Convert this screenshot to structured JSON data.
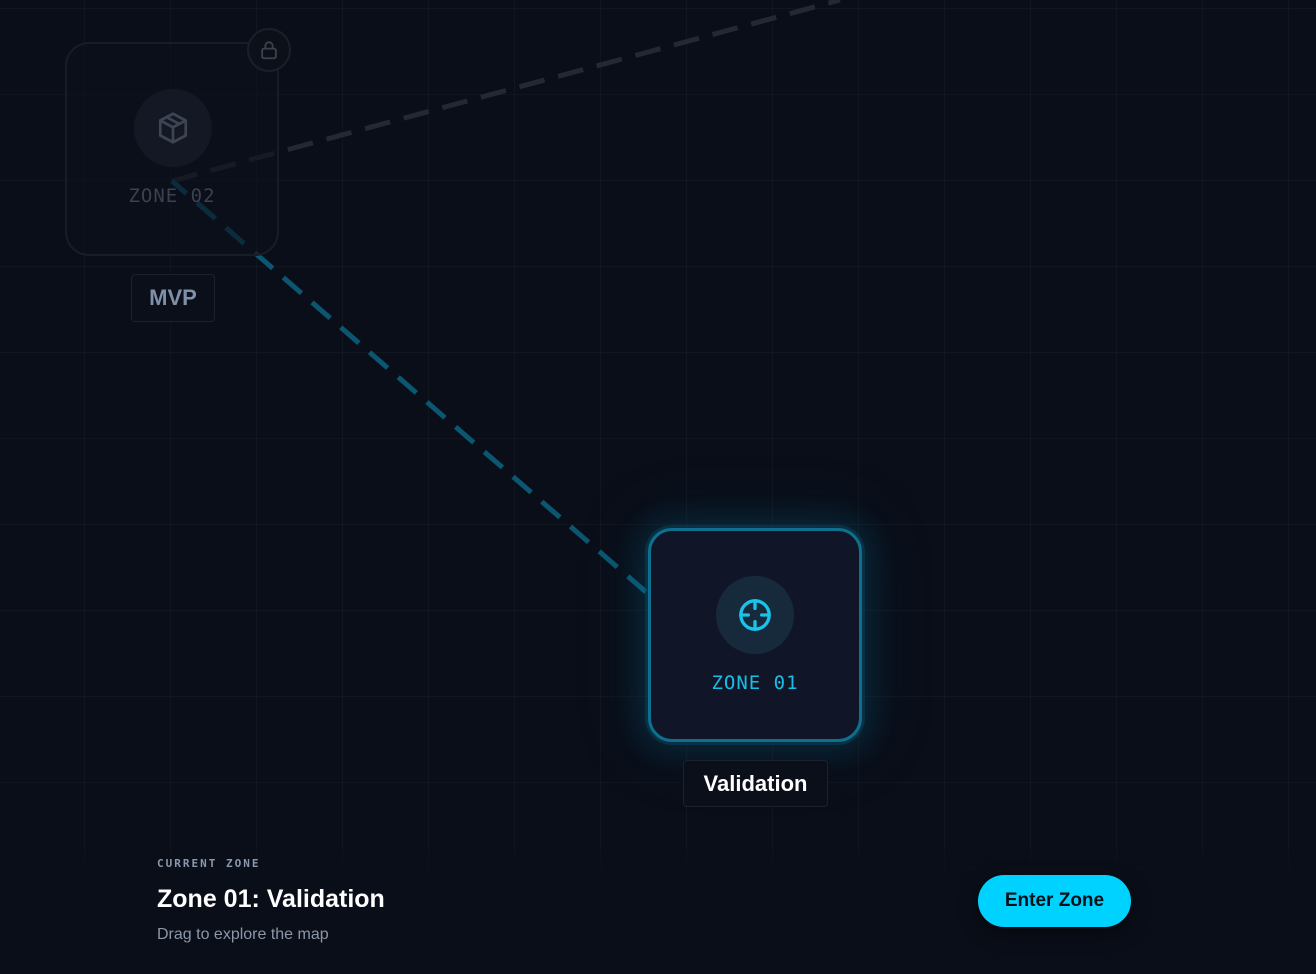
{
  "map": {
    "zones": [
      {
        "code": "ZONE 02",
        "name": "MVP",
        "state": "locked",
        "icon": "package-icon",
        "status_icon": "lock-icon"
      },
      {
        "code": "ZONE 01",
        "name": "Validation",
        "state": "active",
        "icon": "crosshair-icon"
      }
    ]
  },
  "panel": {
    "eyebrow": "CURRENT ZONE",
    "title": "Zone 01: Validation",
    "hint": "Drag to explore the map",
    "enter_label": "Enter Zone"
  },
  "colors": {
    "background": "#0a0e18",
    "accent": "#00d2ff",
    "active_path": "#0b5670",
    "locked_path": "#232833",
    "active_text": "#18bfe4",
    "locked_text": "#3a414f"
  }
}
